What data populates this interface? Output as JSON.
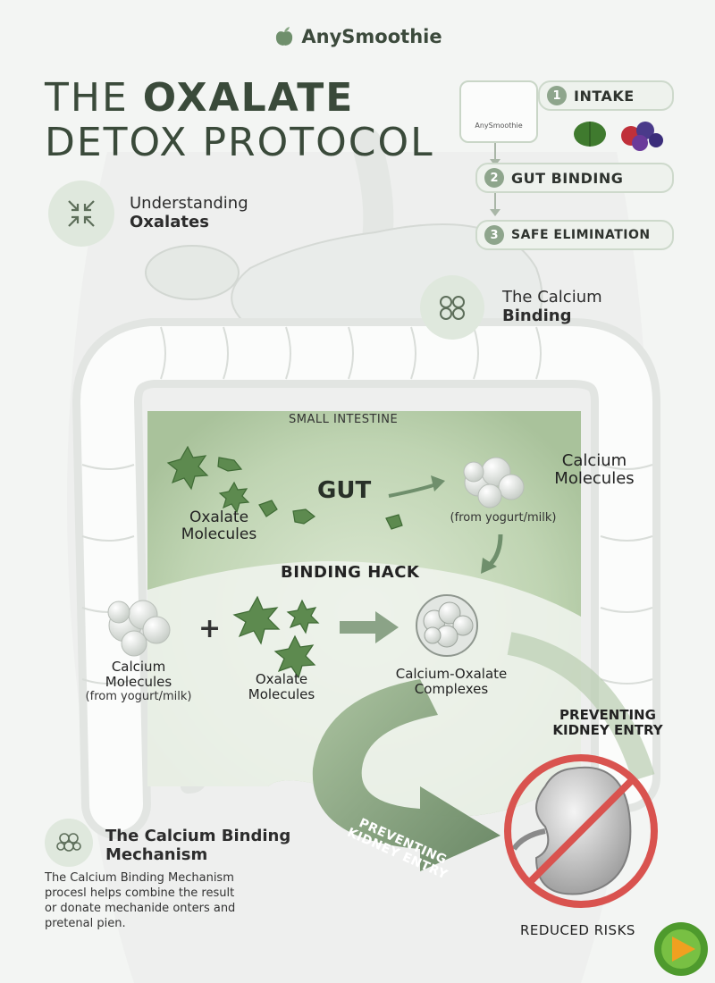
{
  "brand": {
    "name": "AnySmoothie",
    "logo_icon": "apple-leaf-icon"
  },
  "title": {
    "line1_prefix": "THE ",
    "line1_bold": "OXALATE",
    "line2": "DETOX PROTOCOL"
  },
  "protocol": {
    "cup_caption": "AnySmoothie",
    "steps": [
      {
        "num": "1",
        "label": "INTAKE"
      },
      {
        "num": "2",
        "label": "GUT BINDING"
      },
      {
        "num": "3",
        "label": "SAFE ELIMINATION"
      }
    ]
  },
  "sections": {
    "understanding": {
      "line1": "Understanding",
      "line2": "Oxalates",
      "icon": "compress-arrows-icon"
    },
    "calcium_binding": {
      "line1": "The Calcium",
      "line2": "Binding",
      "icon": "molecule-ring-icon"
    },
    "mechanism": {
      "title_line1": "The Calcium Binding",
      "title_line2": "Mechanism",
      "icon": "molecule-cluster-icon",
      "desc_lines": [
        "The Calcium Binding Mechanism",
        "procesl helps combine the result",
        "or donate mechanide onters and",
        "pretenal pien."
      ]
    }
  },
  "diagram": {
    "small_intestine": "SMALL INTESTINE",
    "gut": "GUT",
    "oxalate_top": {
      "line1": "Oxalate",
      "line2": "Molecules"
    },
    "calcium_top": {
      "line1": "Calcium",
      "line2": "Molecules",
      "note": "(from yogurt/milk)"
    },
    "binding_hack": "BINDING HACK",
    "calcium_bottom": {
      "line1": "Calcium",
      "line2": "Molecules",
      "note": "(from yogurt/milk)"
    },
    "plus": "+",
    "oxalate_bottom": {
      "line1": "Oxalate",
      "line2": "Molecules"
    },
    "complexes": {
      "line1": "Calcium-Oxalate",
      "line2": "Complexes"
    },
    "preventing": {
      "line1": "PREVENTING",
      "line2": "KIDNEY ENTRY"
    },
    "arrow_text": {
      "line1": "PREVENTING",
      "line2": "KIDNEY ENTRY"
    },
    "reduced": "REDUCED RISKS"
  },
  "colors": {
    "accent_green": "#6f8f6c",
    "light_green": "#dfe8dd",
    "warning_red": "#d9534f",
    "background": "#f3f5f3"
  }
}
